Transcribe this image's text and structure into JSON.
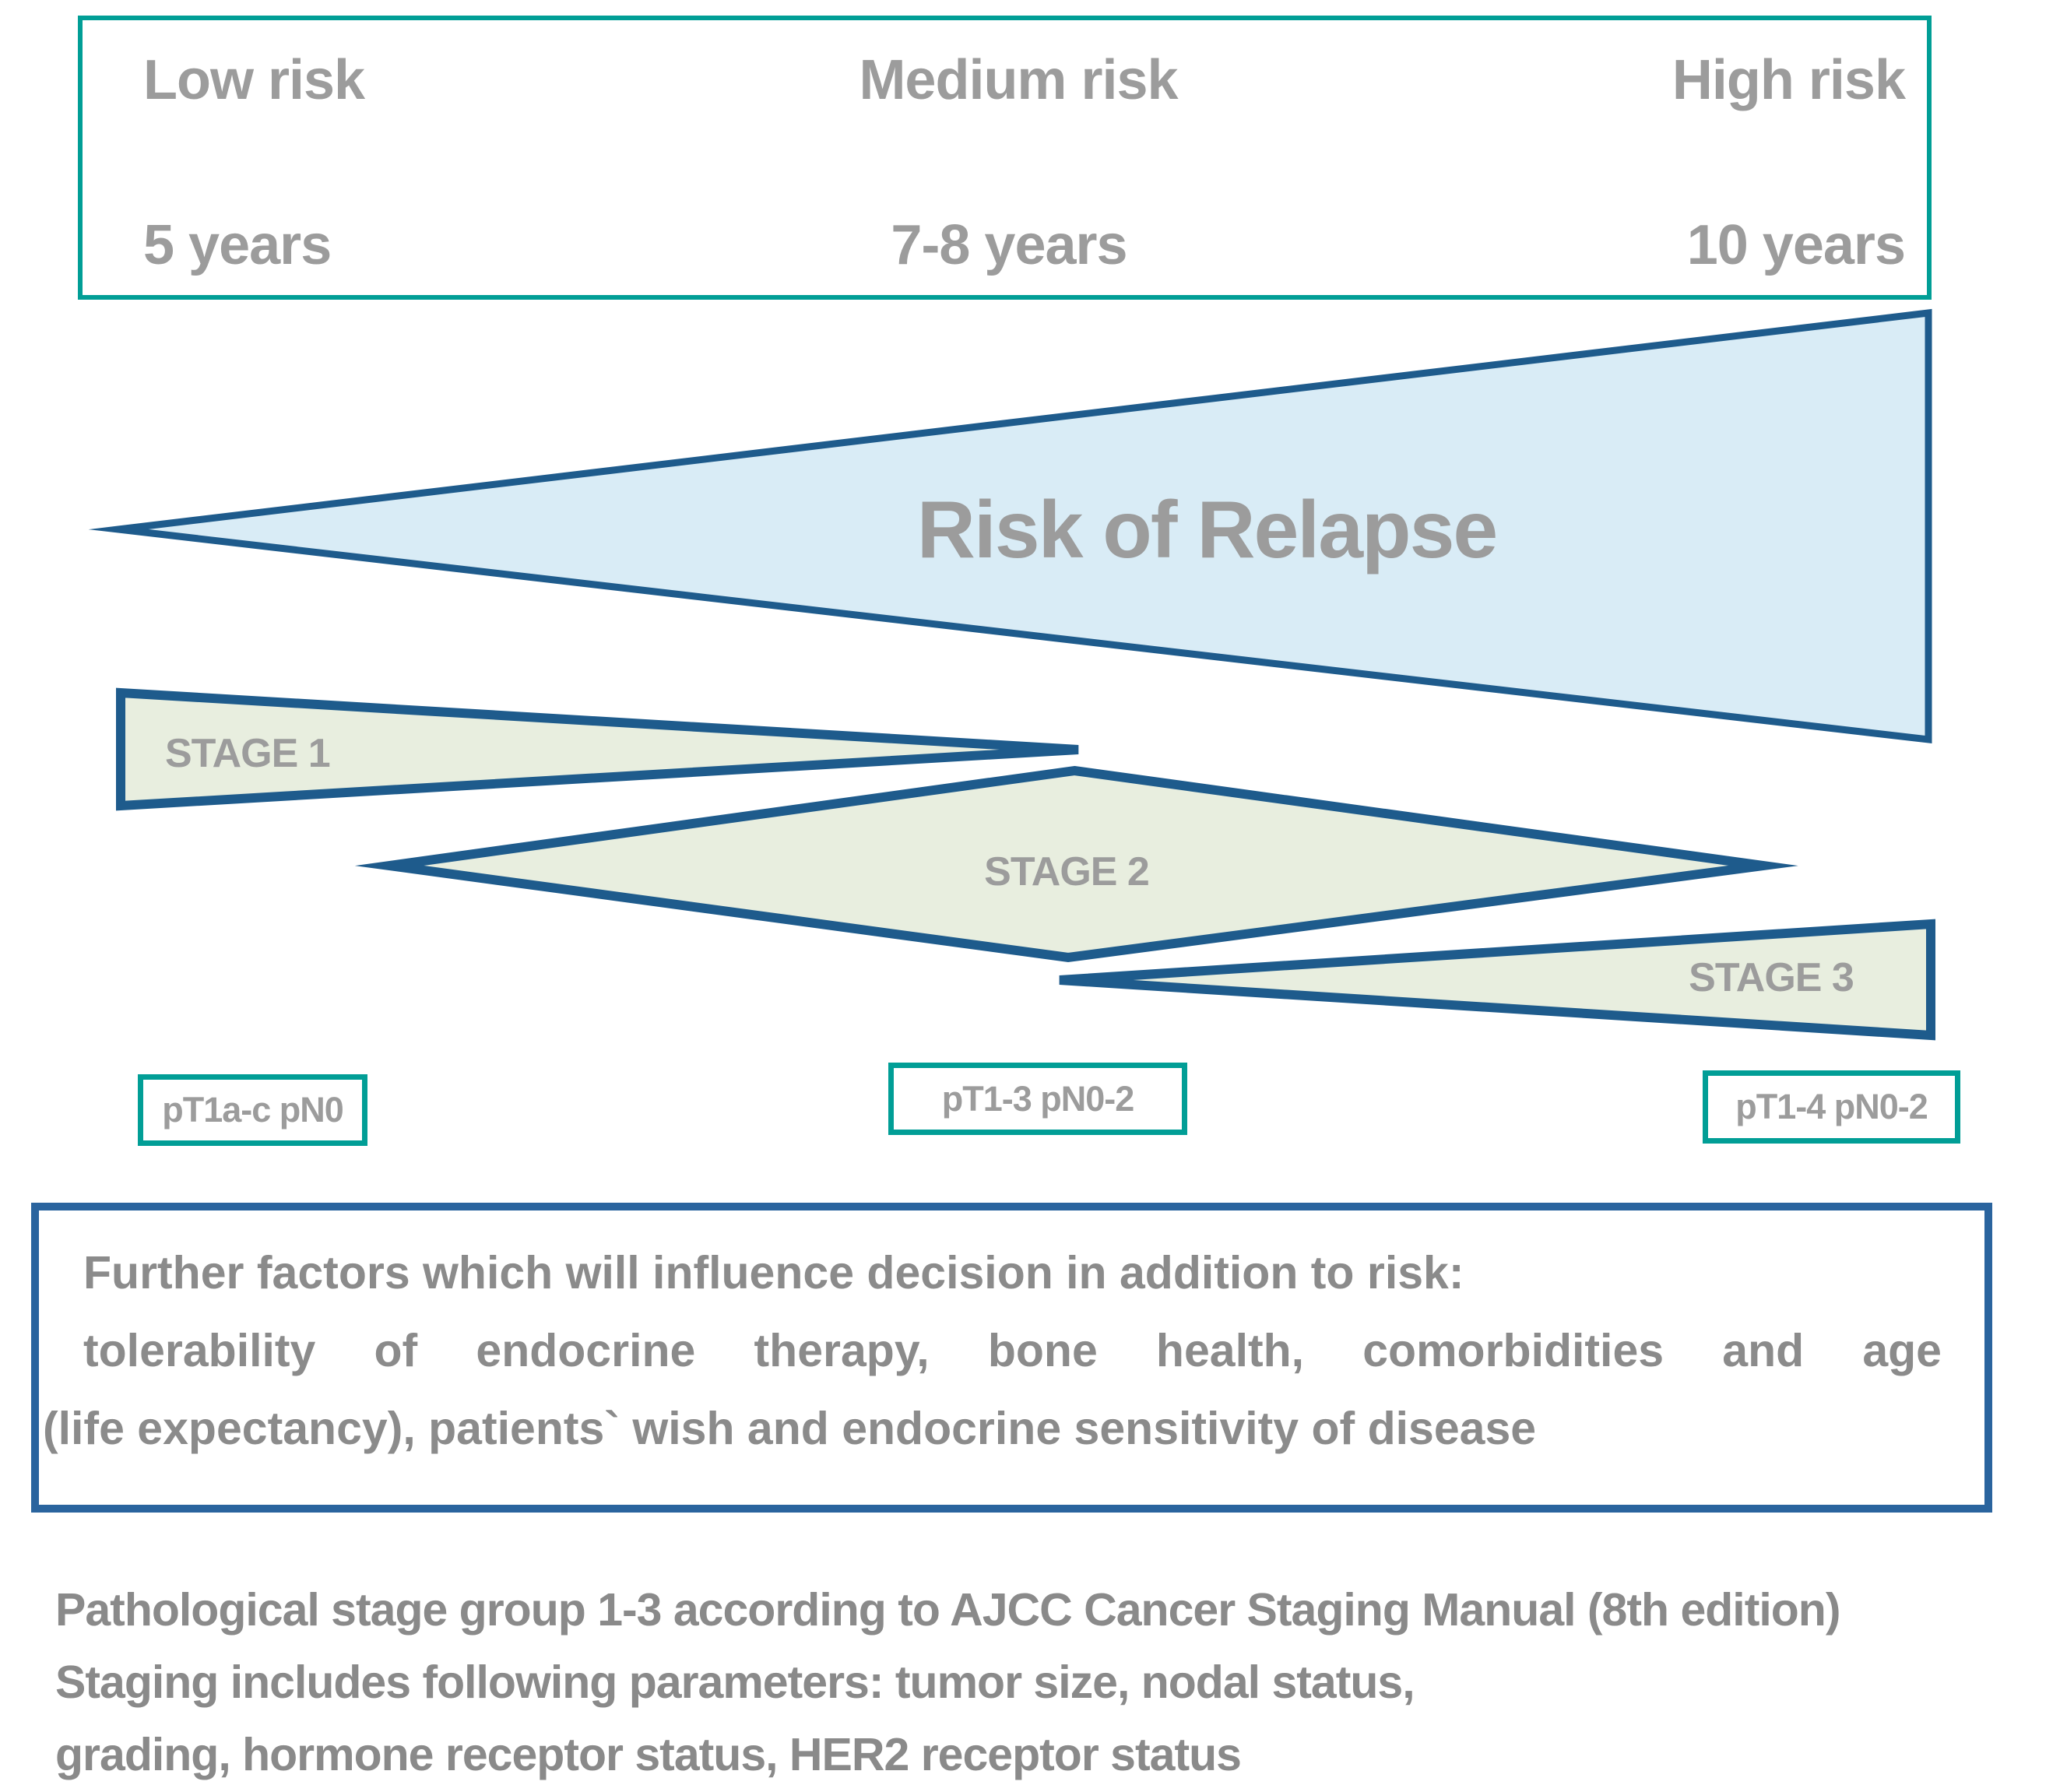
{
  "risk_header": {
    "columns": [
      {
        "risk": "Low risk",
        "duration": "5 years"
      },
      {
        "risk": "Medium risk",
        "duration": "7-8 years"
      },
      {
        "risk": "High risk",
        "duration": "10 years"
      }
    ]
  },
  "relapse_triangle": {
    "label": "Risk of Relapse"
  },
  "stages": [
    {
      "label": "STAGE 1",
      "tnm": "pT1a-c pN0"
    },
    {
      "label": "STAGE 2",
      "tnm": "pT1-3 pN0-2"
    },
    {
      "label": "STAGE 3",
      "tnm": "pT1-4 pN0-2"
    }
  ],
  "further_factors": {
    "line1": "Further factors which will influence decision in addition to risk:",
    "line2": "tolerability of endocrine therapy, bone health, comorbidities and age",
    "line3": "(life expectancy), patients` wish and endocrine sensitivity of disease"
  },
  "footnote": {
    "line1": "Pathological stage group 1-3 according to AJCC Cancer Staging Manual (8th edition)",
    "line2": "Staging includes following parameters: tumor size, nodal status,",
    "line3": "grading, hormone receptor status, HER2 receptor status"
  },
  "colors": {
    "teal_border": "#019e96",
    "shape_stroke": "#1e5b8c",
    "factors_box_border": "#2a649e",
    "relapse_fill": "#d9ecf6",
    "stage_fill": "#e8eedf",
    "header_text": "#9c9c9c",
    "body_text": "#8b8b8b"
  }
}
